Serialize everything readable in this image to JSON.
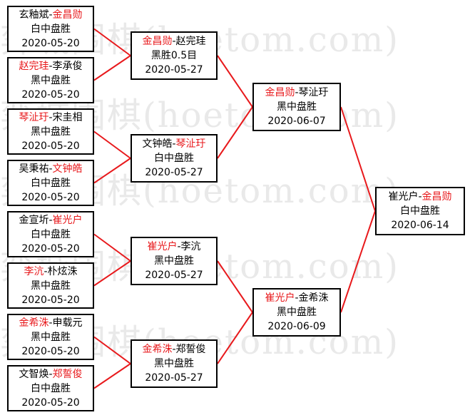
{
  "watermark": "弈城围棋(hoetom.com)",
  "colors": {
    "winner": "#e8191c",
    "line": "#e8191c",
    "border": "#000000",
    "text": "#000000"
  },
  "matches": [
    {
      "id": "r1-1",
      "p1": "玄釉斌",
      "p2": "金昌勋",
      "winner": 2,
      "result": "白中盘胜",
      "date": "2020-05-20"
    },
    {
      "id": "r1-2",
      "p1": "赵完珪",
      "p2": "李承俊",
      "winner": 1,
      "result": "黑中盘胜",
      "date": "2020-05-20"
    },
    {
      "id": "r1-3",
      "p1": "琴沚玗",
      "p2": "宋圭相",
      "winner": 1,
      "result": "黑中盘胜",
      "date": "2020-05-20"
    },
    {
      "id": "r1-4",
      "p1": "吴秉祐",
      "p2": "文钟皓",
      "winner": 2,
      "result": "白中盘胜",
      "date": "2020-05-20"
    },
    {
      "id": "r1-5",
      "p1": "金宣圻",
      "p2": "崔光户",
      "winner": 2,
      "result": "白中盘胜",
      "date": "2020-05-20"
    },
    {
      "id": "r1-6",
      "p1": "李沆",
      "p2": "朴炫洙",
      "winner": 1,
      "result": "黑中盘胜",
      "date": "2020-05-20"
    },
    {
      "id": "r1-7",
      "p1": "金希洙",
      "p2": "申载元",
      "winner": 1,
      "result": "黑中盘胜",
      "date": "2020-05-20"
    },
    {
      "id": "r1-8",
      "p1": "文智焕",
      "p2": "郑誓俊",
      "winner": 2,
      "result": "白中盘胜",
      "date": "2020-05-20"
    },
    {
      "id": "r2-1",
      "p1": "金昌勋",
      "p2": "赵完珪",
      "winner": 1,
      "result": "黑胜0.5目",
      "date": "2020-05-27"
    },
    {
      "id": "r2-2",
      "p1": "文钟皓",
      "p2": "琴沚玗",
      "winner": 2,
      "result": "白中盘胜",
      "date": "2020-05-27"
    },
    {
      "id": "r2-3",
      "p1": "崔光户",
      "p2": "李沆",
      "winner": 1,
      "result": "黑中盘胜",
      "date": "2020-05-27"
    },
    {
      "id": "r2-4",
      "p1": "金希洙",
      "p2": "郑誓俊",
      "winner": 1,
      "result": "黑中盘胜",
      "date": "2020-05-27"
    },
    {
      "id": "sf-1",
      "p1": "金昌勋",
      "p2": "琴沚玗",
      "winner": 1,
      "result": "黑中盘胜",
      "date": "2020-06-07"
    },
    {
      "id": "sf-2",
      "p1": "崔光户",
      "p2": "金希洙",
      "winner": 1,
      "result": "黑中盘胜",
      "date": "2020-06-09"
    },
    {
      "id": "final",
      "p1": "崔光户",
      "p2": "金昌勋",
      "winner": 2,
      "result": "白中盘胜",
      "date": "2020-06-14"
    }
  ]
}
